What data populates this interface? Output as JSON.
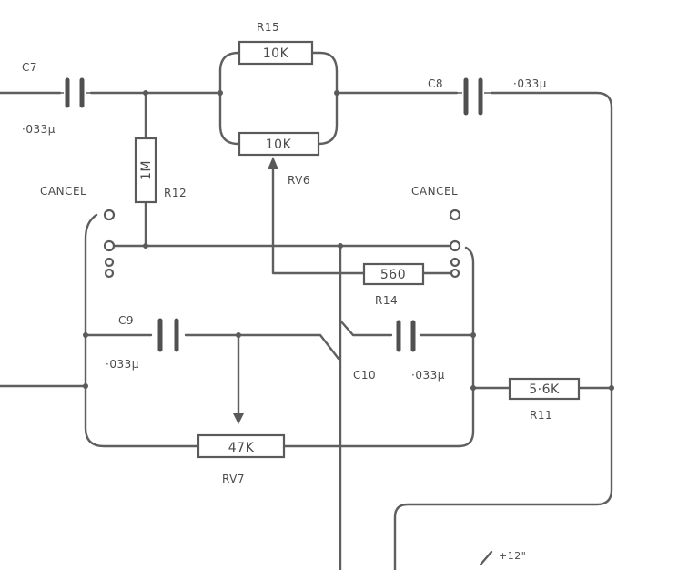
{
  "components": {
    "c7": {
      "ref": "C7",
      "value": "·033μ"
    },
    "c8": {
      "ref": "C8",
      "value": "·033μ"
    },
    "c9": {
      "ref": "C9",
      "value": "·033μ"
    },
    "c10": {
      "ref": "C10",
      "value": "·033μ"
    },
    "r15": {
      "ref": "R15",
      "value": "10K"
    },
    "rv6": {
      "ref": "RV6",
      "value": "10K"
    },
    "r12": {
      "ref": "R12",
      "value": "1M"
    },
    "r14": {
      "ref": "R14",
      "value": "560"
    },
    "r11": {
      "ref": "R11",
      "value": "5·6K"
    },
    "rv7": {
      "ref": "RV7",
      "value": "47K"
    }
  },
  "switch_labels": {
    "left": "CANCEL",
    "right": "CANCEL"
  },
  "supply": {
    "label": "+12\""
  }
}
